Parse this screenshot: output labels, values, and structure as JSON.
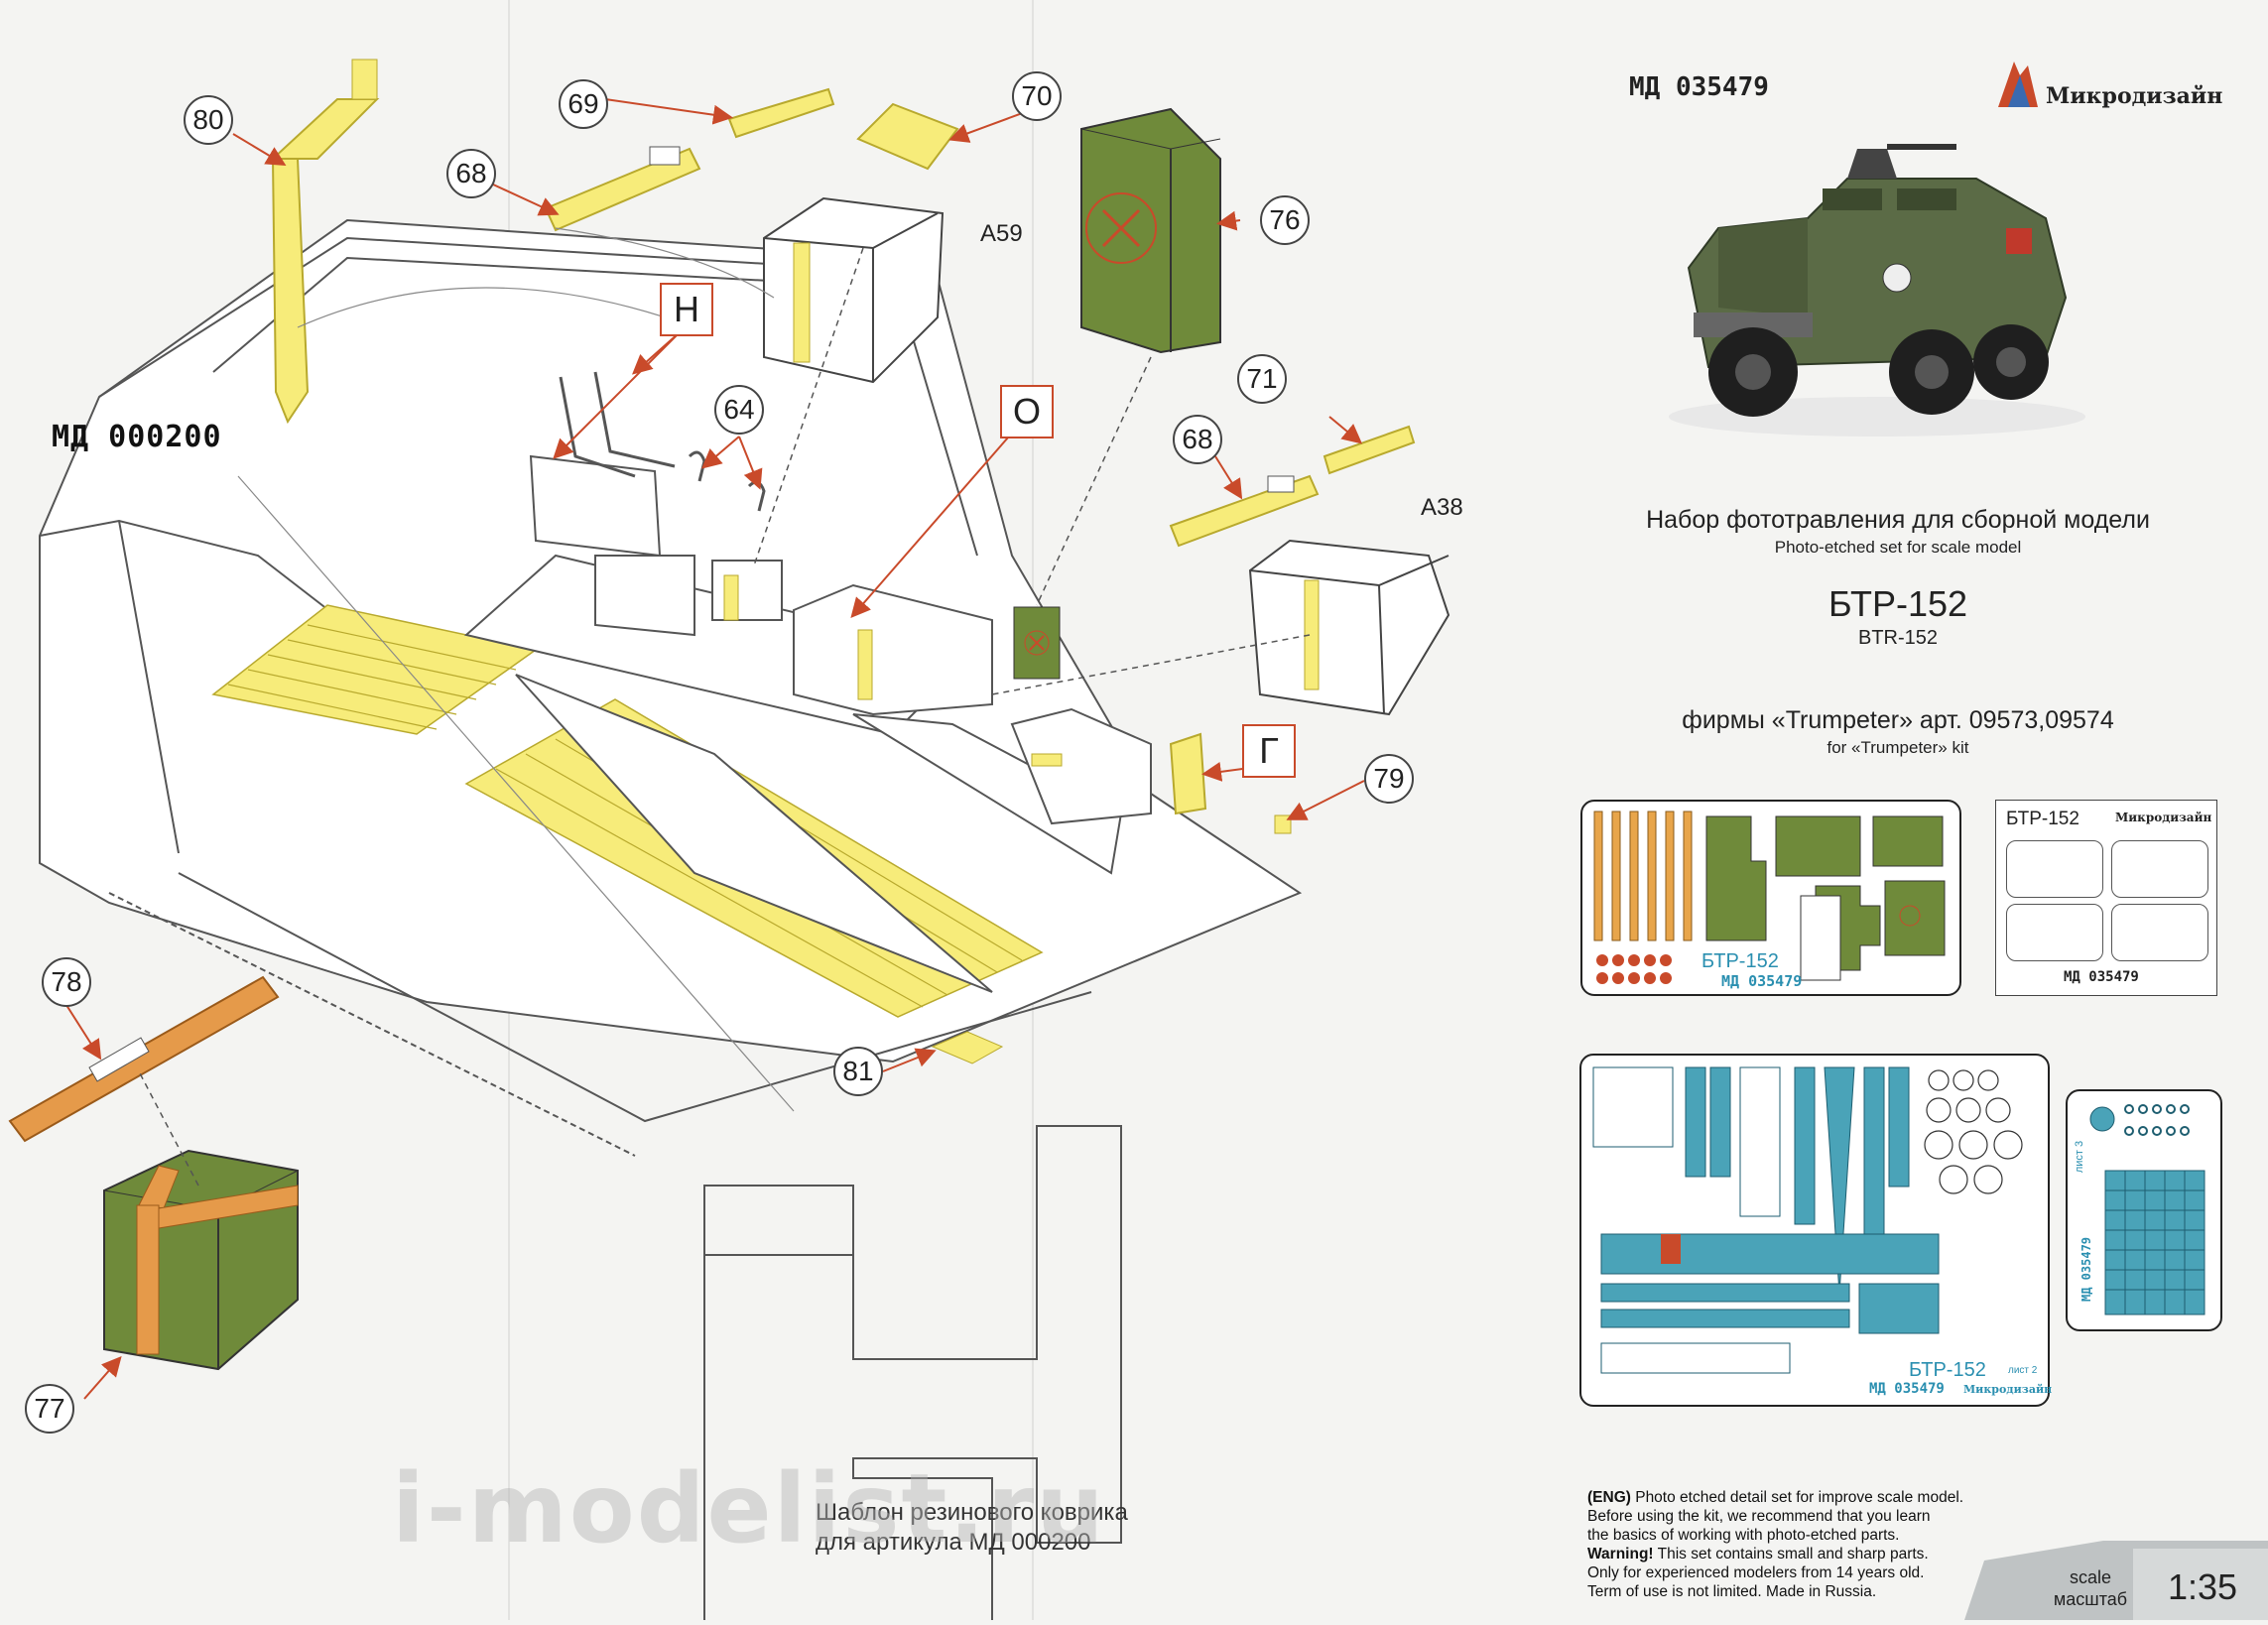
{
  "diagram": {
    "callouts": [
      "80",
      "69",
      "70",
      "68",
      "76",
      "71",
      "68",
      "64",
      "79",
      "78",
      "81",
      "77"
    ],
    "parts": {
      "a59": "A59",
      "a38": "A38"
    },
    "letters": {
      "n": "Н",
      "o": "О",
      "g": "Г"
    },
    "codes": {
      "mat": "МД 000200"
    },
    "template_caption": [
      "Шаблон резинового коврика",
      "для артикула МД 000200"
    ],
    "watermark": "i-modelist.ru"
  },
  "info": {
    "article": "МД 035479",
    "brand": "Микродизайн",
    "title_ru": "Набор фототравления для сборной модели",
    "title_en": "Photo-etched set for scale model",
    "model_ru": "БТР-152",
    "model_en": "BTR-152",
    "firm_ru": "фирмы «Trumpeter» арт. 09573,09574",
    "firm_en": "for «Trumpeter» kit",
    "sheet1": {
      "model": "БТР-152",
      "code": "МД 035479"
    },
    "masks": {
      "model": "БТР-152",
      "brand": "Микродизайн",
      "code": "МД 035479"
    },
    "sheet2": {
      "model": "БТР-152",
      "code": "МД 035479",
      "brand": "Микродизайн",
      "list": "лист 2"
    },
    "sheet3": {
      "code": "МД 035479",
      "list": "лист 3"
    },
    "note": {
      "lead": "(ENG)",
      "line1": " Photo etched detail set for improve scale model.",
      "line2": "Before using the kit, we recommend that you learn",
      "line3": "the basics of working with photo-etched parts.",
      "warn": "Warning!",
      "line4": " This set contains small and sharp parts.",
      "line5": "Only for experienced modelers from 14 years old.",
      "line6": "Term of use is not limited. Made in Russia."
    },
    "scale": {
      "en": "scale",
      "ru": "масштаб",
      "value": "1:35"
    }
  },
  "colors": {
    "yellow_pe": "#f7ec7a",
    "green_box": "#6f8a3a",
    "orange_strap": "#e59a4a",
    "teal_fret": "#4aa3b8",
    "callout_arrow": "#c94a2a"
  }
}
